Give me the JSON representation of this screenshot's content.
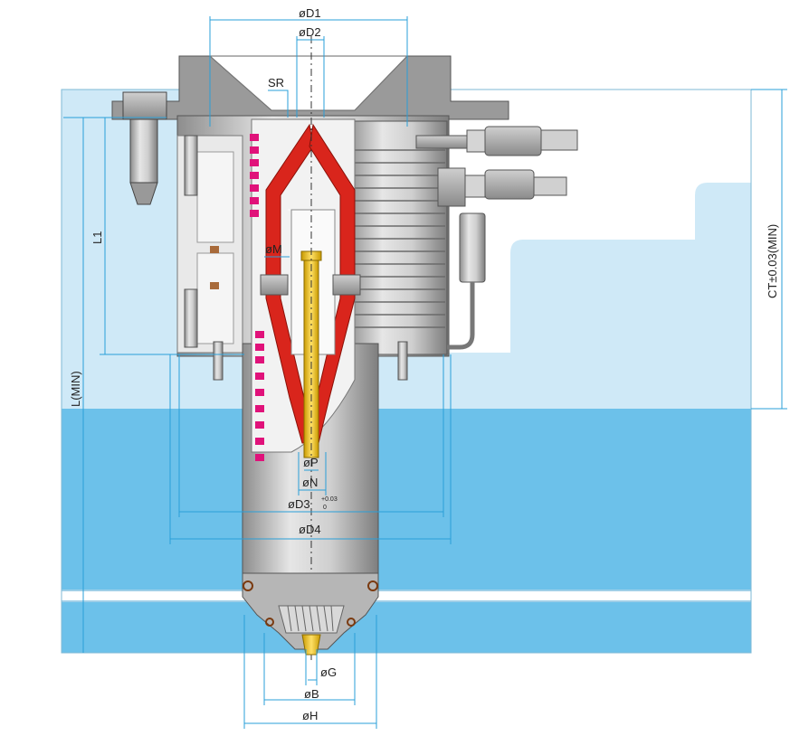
{
  "labels": {
    "d1": "øD1",
    "d2": "øD2",
    "sr": "SR",
    "l1": "L1",
    "l_min": "L(MIN)",
    "ct": "CT±0.03(MIN)",
    "m": "øM",
    "p": "øP",
    "n": "øN",
    "d3": "øD3",
    "d3_tol_upper": "+0.03",
    "d3_tol_lower": "0",
    "d4": "øD4",
    "g": "øG",
    "b": "øB",
    "h": "øH"
  },
  "colors": {
    "plate_light": "#cfe9f7",
    "plate_mid": "#a9d8f2",
    "plate_dark": "#6cc1ea",
    "dimension_line": "#2a9fd8",
    "heater_red": "#d9251c",
    "heater_pink": "#e0127a",
    "nozzle_tip_gold": "#f3c21b",
    "steel": "#b8b8b8"
  }
}
